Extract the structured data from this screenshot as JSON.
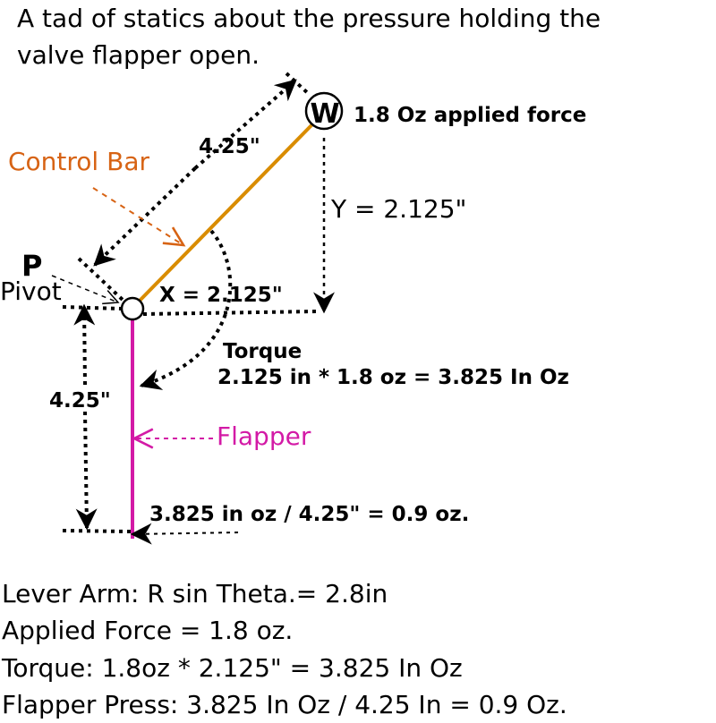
{
  "title": {
    "line1": "A tad of statics about the pressure holding the",
    "line2": "valve flapper open."
  },
  "labels": {
    "control_bar": "Control Bar",
    "w_marker": "W",
    "applied_force": "1.8 Oz applied force",
    "top_distance": "4.25\"",
    "y_distance": "Y = 2.125\"",
    "pivot_letter": "P",
    "pivot": "Pivot",
    "x_distance": "X = 2.125\"",
    "torque_title": "Torque",
    "torque_calc": "2.125 in * 1.8 oz = 3.825 In Oz",
    "left_distance": "4.25\"",
    "flapper": "Flapper",
    "pressure_calc": "3.825 in oz / 4.25\" = 0.9 oz."
  },
  "summary": [
    "Lever Arm: R sin Theta.= 2.8in",
    "Applied Force = 1.8 oz.",
    "Torque: 1.8oz * 2.125\" = 3.825 In Oz",
    "Flapper Press:  3.825 In Oz / 4.25 In = 0.9 Oz."
  ],
  "colors": {
    "control_bar": "#d98c00",
    "control_label": "#d76314",
    "flapper": "#d31aa6",
    "line": "#000000"
  }
}
